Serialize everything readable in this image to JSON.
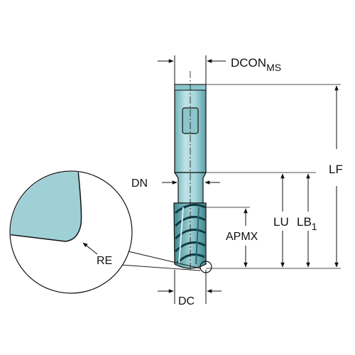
{
  "labels": {
    "dcon": "DCON",
    "dcon_sub": "MS",
    "dn": "DN",
    "lf": "LF",
    "lu": "LU",
    "lb": "LB",
    "lb_sub": "1",
    "apmx": "APMX",
    "re": "RE",
    "dc": "DC"
  },
  "colors": {
    "tool_fill": "#9fd0d5",
    "tool_dark": "#2f6f78",
    "line": "#111111",
    "background": "#ffffff"
  }
}
